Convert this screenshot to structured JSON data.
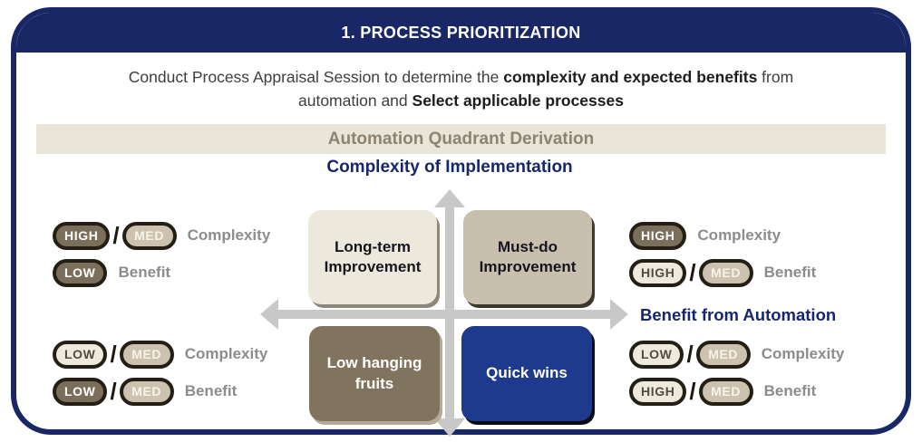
{
  "header": {
    "title": "1. PROCESS PRIORITIZATION"
  },
  "intro": {
    "line1_regular": "Conduct Process Appraisal Session to determine the ",
    "line1_bold": "complexity and expected benefits",
    "line1_suffix": " from",
    "line2_regular": "automation and ",
    "line2_bold": "Select applicable processes"
  },
  "banner": {
    "title": "Automation Quadrant Derivation"
  },
  "axes": {
    "vertical_label": "Complexity of Implementation",
    "horizontal_label": "Benefit from Automation"
  },
  "quadrants": {
    "top_left": "Long-term Improvement",
    "top_right": "Must-do Improvement",
    "bottom_left": "Low hanging fruits",
    "bottom_right": "Quick wins"
  },
  "separator": "/",
  "legends": {
    "top_left": {
      "rows": [
        {
          "pills": [
            {
              "label": "HIGH",
              "style": "dark"
            },
            {
              "label": "MED",
              "style": "tan"
            }
          ],
          "label": "Complexity"
        },
        {
          "pills": [
            {
              "label": "LOW",
              "style": "dark"
            }
          ],
          "label": "Benefit"
        }
      ]
    },
    "bottom_left": {
      "rows": [
        {
          "pills": [
            {
              "label": "LOW",
              "style": "cream"
            },
            {
              "label": "MED",
              "style": "tan"
            }
          ],
          "label": "Complexity"
        },
        {
          "pills": [
            {
              "label": "LOW",
              "style": "dark"
            },
            {
              "label": "MED",
              "style": "tan"
            }
          ],
          "label": "Benefit"
        }
      ]
    },
    "top_right": {
      "rows": [
        {
          "pills": [
            {
              "label": "HIGH",
              "style": "dark"
            }
          ],
          "label": "Complexity"
        },
        {
          "pills": [
            {
              "label": "HIGH",
              "style": "cream"
            },
            {
              "label": "MED",
              "style": "tan"
            }
          ],
          "label": "Benefit"
        }
      ]
    },
    "bottom_right": {
      "rows": [
        {
          "pills": [
            {
              "label": "LOW",
              "style": "cream"
            },
            {
              "label": "MED",
              "style": "tan"
            }
          ],
          "label": "Complexity"
        },
        {
          "pills": [
            {
              "label": "HIGH",
              "style": "cream"
            },
            {
              "label": "MED",
              "style": "tan"
            }
          ],
          "label": "Benefit"
        }
      ]
    }
  },
  "colors": {
    "frame_navy": "#1a2766",
    "quick_wins_blue": "#1d3a8c",
    "axis_gray": "#c8c8c8",
    "banner_bg": "#e9e5d8",
    "banner_text": "#8d8372",
    "box_cream": "#ece8dc",
    "box_tan": "#c9bfae",
    "box_brown": "#80745e",
    "pill_dark": "#7b6f5b",
    "pill_tan": "#ccc2af",
    "pill_cream": "#ede9dd",
    "pill_border": "#241f15",
    "legend_label_gray": "#8c8c8c",
    "navy_text": "#17276d"
  }
}
